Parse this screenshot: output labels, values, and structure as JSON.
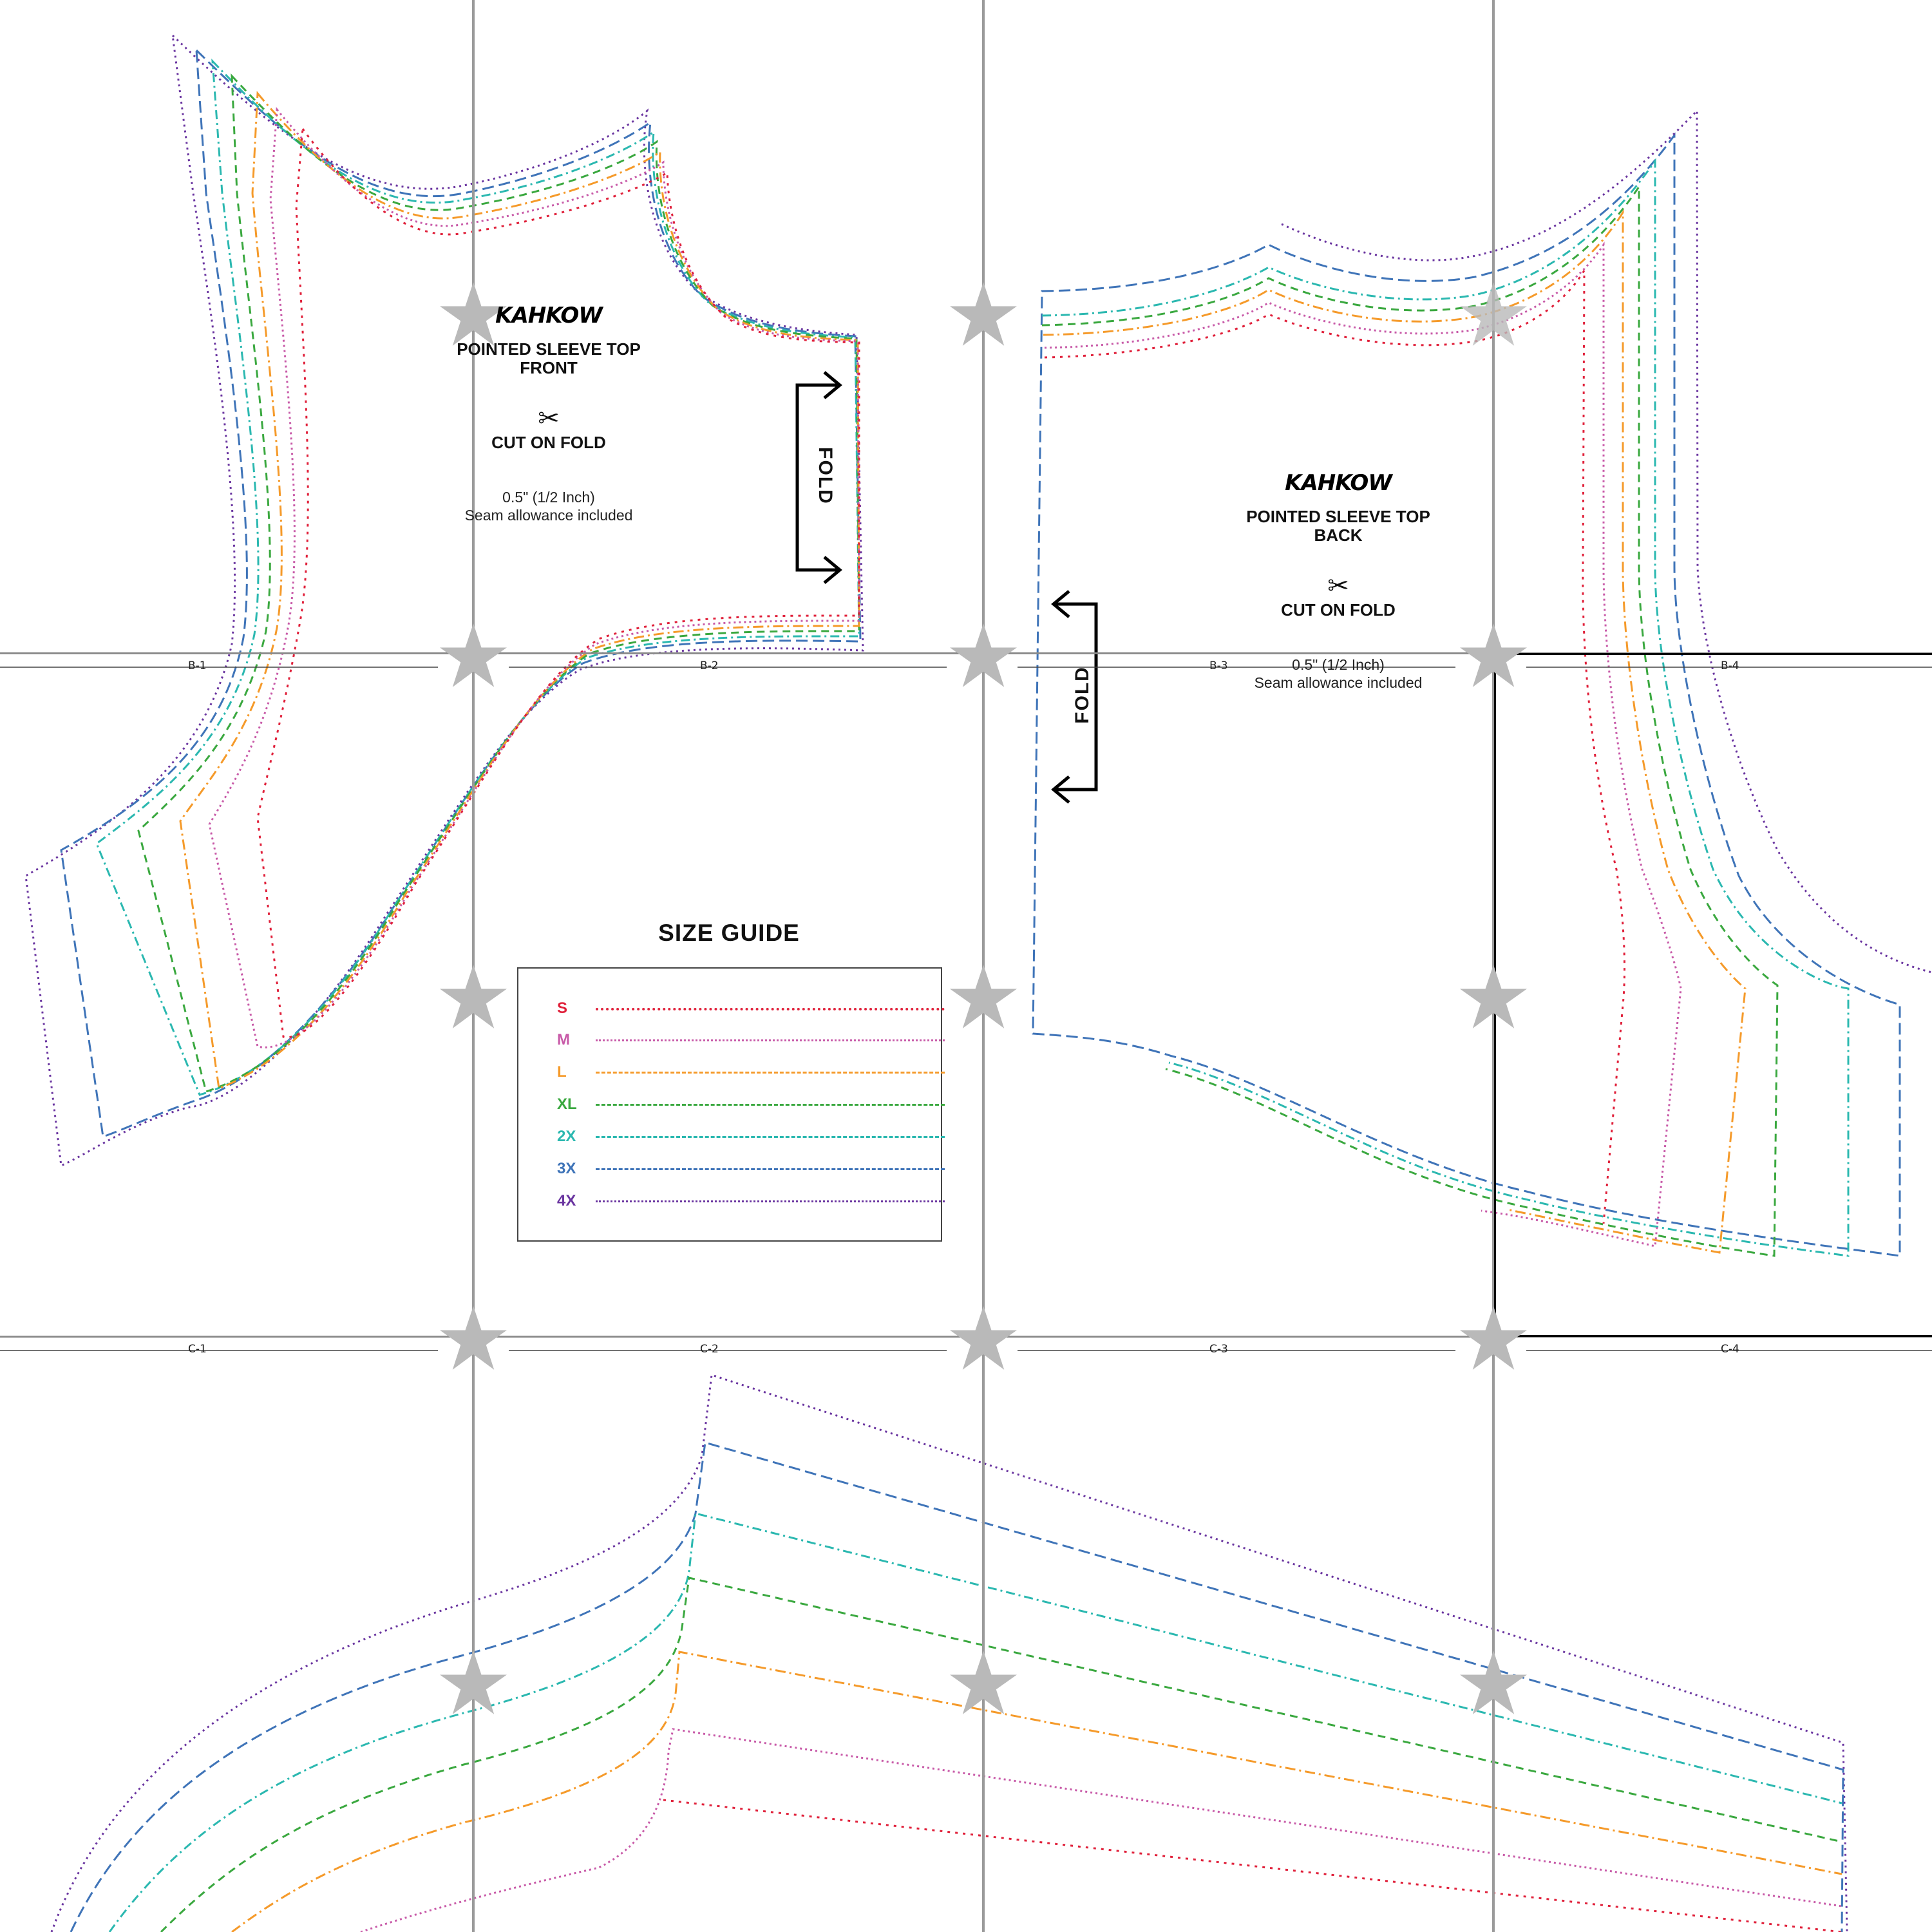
{
  "front": {
    "brand": "KAHKOW",
    "title_line1": "POINTED SLEEVE TOP",
    "title_line2": "FRONT",
    "scissor_icon": "scissors-icon",
    "cut_instruction": "CUT ON FOLD",
    "seam_line1": "0.5\" (1/2 Inch)",
    "seam_line2": "Seam allowance included",
    "fold_label": "FOLD"
  },
  "back": {
    "brand": "KAHKOW",
    "title_line1": "POINTED SLEEVE TOP",
    "title_line2": "BACK",
    "scissor_icon": "scissors-icon",
    "cut_instruction": "CUT ON FOLD",
    "seam_line1": "0.5\" (1/2 Inch)",
    "seam_line2": "Seam allowance included",
    "fold_label": "FOLD"
  },
  "tiles": {
    "row_b": [
      "B-1",
      "B-2",
      "B-3",
      "B-4"
    ],
    "row_c": [
      "C-1",
      "C-2",
      "C-3",
      "C-4"
    ]
  },
  "size_guide": {
    "title": "SIZE GUIDE",
    "sizes": [
      {
        "label": "S",
        "color": "#e0203a",
        "style": "dotted-dash"
      },
      {
        "label": "M",
        "color": "#c85aa8",
        "style": "dotted"
      },
      {
        "label": "L",
        "color": "#f59a2a",
        "style": "dash-dot"
      },
      {
        "label": "XL",
        "color": "#3aa83f",
        "style": "dashed"
      },
      {
        "label": "2X",
        "color": "#2bb8b0",
        "style": "dash-dot-dot"
      },
      {
        "label": "3X",
        "color": "#3f74b8",
        "style": "long-dash"
      },
      {
        "label": "4X",
        "color": "#6a35a0",
        "style": "dotted"
      }
    ]
  },
  "colors": {
    "grid": "#9a9a9a",
    "star": "#b9b9b9"
  }
}
